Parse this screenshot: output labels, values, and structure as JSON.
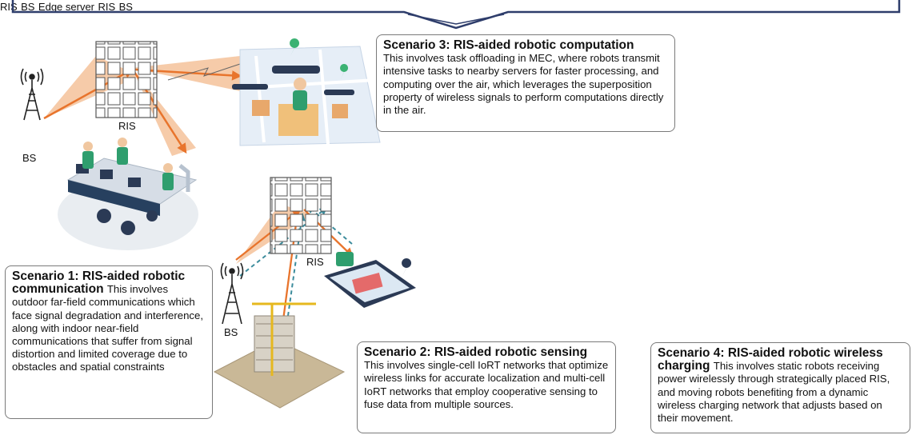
{
  "labels": {
    "bs": "BS",
    "ris": "RIS",
    "edge_server": "Edge server"
  },
  "scenarios": {
    "s1": {
      "title": "Scenario 1: RIS-aided robotic communication",
      "body": "This involves outdoor far-field communications which face signal degradation and interference, along with indoor near-field communications that suffer from signal distortion and limited coverage due to obstacles and spatial constraints"
    },
    "s2": {
      "title": "Scenario 2: RIS-aided robotic sensing",
      "body": "This involves single-cell IoRT networks that optimize wireless links for accurate localization and multi-cell IoRT networks that employ cooperative sensing to fuse data from multiple sources."
    },
    "s3": {
      "title": "Scenario 3: RIS-aided robotic computation",
      "body": "This involves task offloading in MEC, where robots transmit intensive tasks to nearby servers for faster processing, and computing over the air, which leverages the superposition property of wireless signals to perform computations directly in the air."
    },
    "s4": {
      "title": "Scenario 4: RIS-aided robotic wireless charging",
      "body": "This involves static robots receiving power wirelessly through strategically placed RIS, and moving robots benefiting from a dynamic wireless charging network that adjusts based on their movement."
    }
  },
  "colors": {
    "beam_orange": "#f4c29a",
    "arrow_orange": "#e8742c",
    "arrow_teal": "#3c8c9c",
    "beam_green": "#b9d39a",
    "arrow_green": "#6d9a3a",
    "frame_navy": "#2e3d6b"
  }
}
